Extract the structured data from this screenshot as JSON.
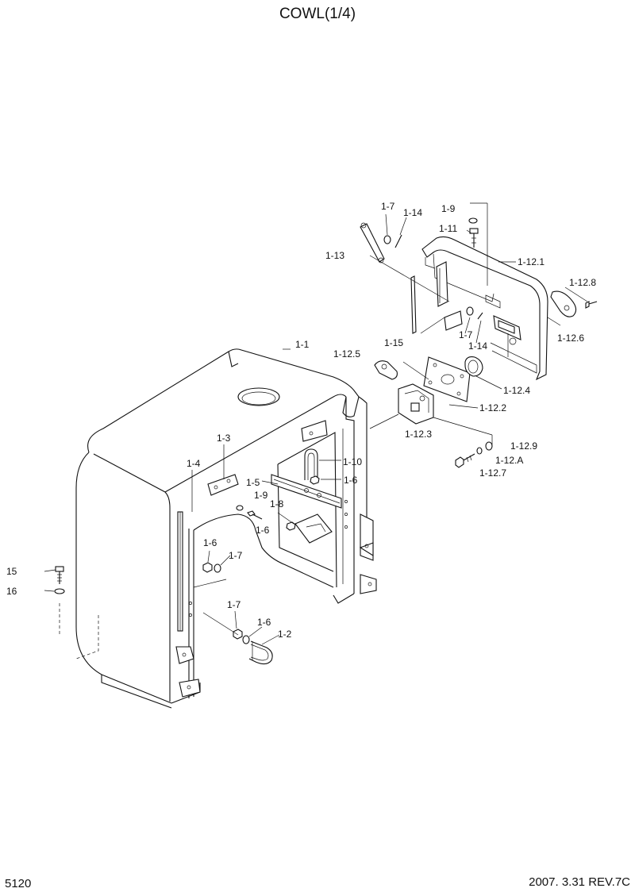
{
  "title": "COWL(1/4)",
  "page_number": "5120",
  "revision": "2007. 3.31  REV.7C",
  "callouts": {
    "p1_7_top": "1-7",
    "p1_14_top": "1-14",
    "p1_9_top": "1-9",
    "p1_11": "1-11",
    "p1_13": "1-13",
    "p1_12_1": "1-12.1",
    "p1_12_8": "1-12.8",
    "p1_7_mid": "1-7",
    "p1_15": "1-15",
    "p1_14_mid": "1-14",
    "p1_12_6": "1-12.6",
    "p1_1": "1-1",
    "p1_12_5": "1-12.5",
    "p1_12_4": "1-12.4",
    "p1_12_2": "1-12.2",
    "p1_12_3": "1-12.3",
    "p1_12_9": "1-12.9",
    "p1_12_A": "1-12.A",
    "p1_12_7": "1-12.7",
    "p1_3": "1-3",
    "p1_10": "1-10",
    "p1_4": "1-4",
    "p1_5": "1-5",
    "p1_6_a": "1-6",
    "p1_9_low": "1-9",
    "p1_8": "1-8",
    "p1_6_b": "1-6",
    "p1_6_c": "1-6",
    "p1_7_c": "1-7",
    "p15": "15",
    "p16": "16",
    "p1_7_d": "1-7",
    "p1_6_d": "1-6",
    "p1_2": "1-2"
  }
}
